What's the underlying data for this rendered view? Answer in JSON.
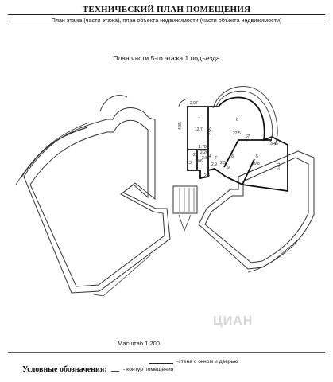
{
  "document": {
    "title": "ТЕХНИЧЕСКИЙ ПЛАН ПОМЕЩЕНИЯ",
    "subtitle": "План этажа (части этажа), план объекта недвижимости (части объекта недвижимости)",
    "plan_heading": "План части 5-го этажа 1 подъезда",
    "scale": "Масштаб 1:200"
  },
  "plan": {
    "room_numbers": [
      "1",
      "2",
      "3",
      "4",
      "5",
      "6",
      "7",
      "8",
      "9"
    ],
    "room_areas": [
      "12.7",
      "22.5",
      "20.8",
      "2.6",
      "2.9"
    ],
    "dimensions": [
      "2.07",
      "4.85",
      "2.55",
      "3.51",
      "3.43",
      "6.01",
      "1.78",
      "2.26",
      "1.06",
      "2.3",
      "2.4"
    ]
  },
  "legend": {
    "title": "Условные обозначения:",
    "items": [
      "-стена с окном и дверью",
      "- контур помещения"
    ]
  },
  "watermark": "ЦИАН"
}
